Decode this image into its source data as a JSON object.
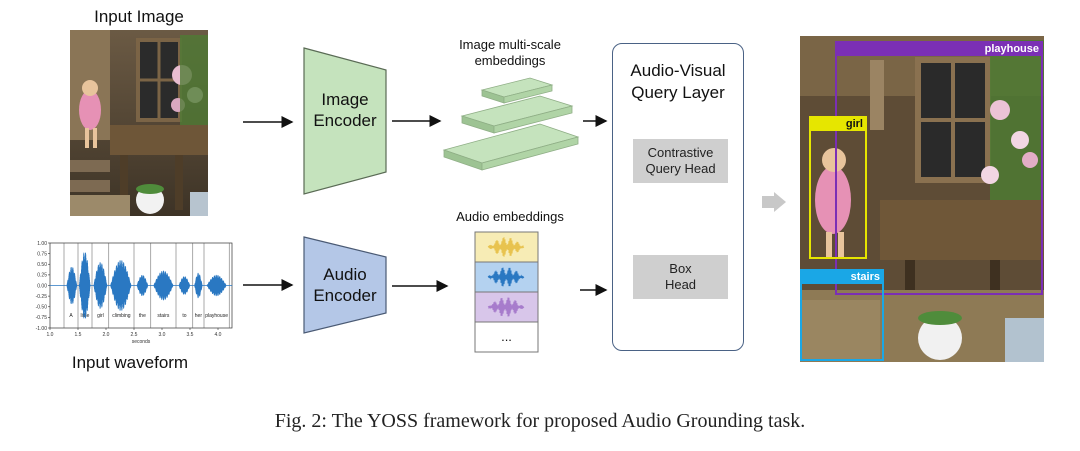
{
  "caption": "Fig. 2: The YOSS framework for proposed Audio Grounding task.",
  "input_image_label": "Input Image",
  "input_waveform_label": "Input waveform",
  "image_encoder": {
    "line1": "Image",
    "line2": "Encoder",
    "color": "#c5e3bd"
  },
  "audio_encoder": {
    "line1": "Audio",
    "line2": "Encoder",
    "color": "#b4c7e7"
  },
  "multiscale_label": {
    "line1": "Image multi-scale",
    "line2": "embeddings"
  },
  "audio_embeddings_label": "Audio embeddings",
  "audio_embeddings_ellipsis": "...",
  "query_layer": {
    "line1": "Audio-Visual",
    "line2": "Query Layer"
  },
  "contrastive_head": {
    "line1": "Contrastive",
    "line2": "Query Head"
  },
  "box_head": {
    "line1": "Box",
    "line2": "Head"
  },
  "waveform": {
    "y_ticks": [
      "1.00",
      "0.75",
      "0.50",
      "0.25",
      "0.00",
      "-0.25",
      "-0.50",
      "-0.75",
      "-1.00"
    ],
    "x_ticks": [
      "1.0",
      "1.5",
      "2.0",
      "2.5",
      "3.0",
      "3.5",
      "4.0"
    ],
    "xlabel": "seconds",
    "words": [
      "A",
      "little",
      "girl",
      "climbing",
      "the",
      "stairs",
      "to",
      "her",
      "playhouse"
    ]
  },
  "detections": [
    {
      "label": "playhouse",
      "color": "#7b2fb5"
    },
    {
      "label": "girl",
      "color": "#e6e600"
    },
    {
      "label": "stairs",
      "color": "#1aa7e6"
    }
  ],
  "colors": {
    "embedding_yellow": "#f7ecb5",
    "embedding_blue": "#b4d2f0",
    "embedding_purple": "#d8c6ea",
    "waveform_blue": "#2a78c2",
    "arrow": "#111111",
    "grey_arrow": "#c8c8c8"
  }
}
